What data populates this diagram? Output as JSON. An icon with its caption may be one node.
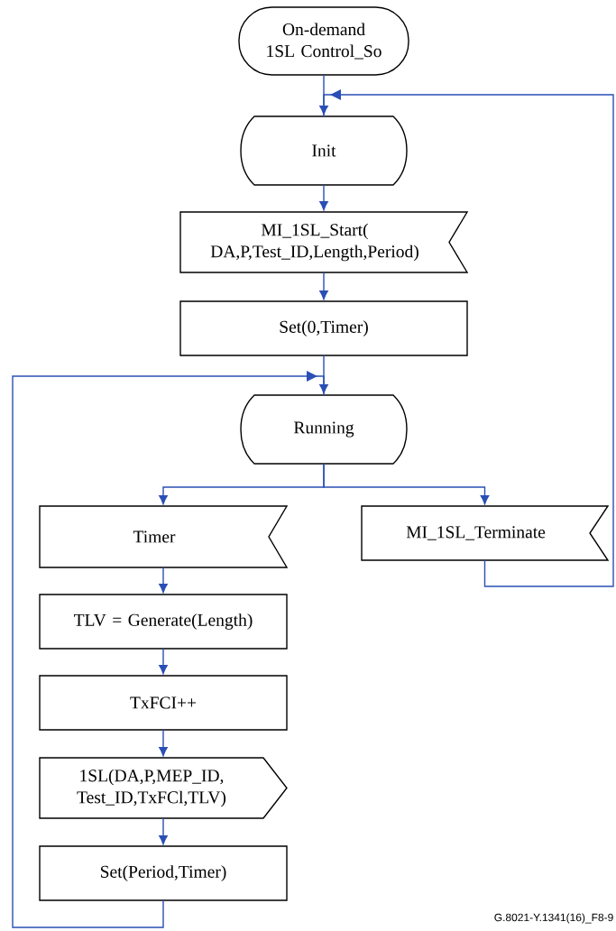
{
  "diagram": {
    "nodes": [
      {
        "text": [
          "On-demand 1SL Control_So"
        ]
      },
      {
        "text": [
          "Init"
        ]
      },
      {
        "text": [
          "MI_1SL_Start( DA,P,Test_ID,Length,Period)"
        ]
      },
      {
        "text": [
          "Set(0,Timer)"
        ]
      },
      {
        "text": [
          "Running"
        ]
      },
      {
        "text": [
          "Timer"
        ]
      },
      {
        "text": [
          "MI_1SL_Terminate"
        ]
      },
      {
        "text": [
          "TLV = Generate(Length)"
        ]
      },
      {
        "text": [
          "TxFCI++"
        ]
      },
      {
        "text": [
          "1SL(DA,P,MEP_ID, Test_ID,TxFCl,TLV)"
        ]
      },
      {
        "text": [
          "Set(Period,Timer)"
        ]
      }
    ],
    "edges": [
      {
        "from": 0,
        "to": 1,
        "arrow": "to"
      },
      {
        "from": 1,
        "to": 2,
        "arrow": "to"
      },
      {
        "from": 2,
        "to": 3,
        "arrow": "to"
      },
      {
        "from": 3,
        "to": 4,
        "arrow": "to"
      },
      {
        "from": 4,
        "to": 5,
        "arrow": "to"
      },
      {
        "from": 4,
        "to": 6,
        "arrow": "to"
      },
      {
        "from": 5,
        "to": 7,
        "arrow": "to"
      },
      {
        "from": 7,
        "to": 8,
        "arrow": "to"
      },
      {
        "from": 8,
        "to": 9,
        "arrow": "to"
      },
      {
        "from": 9,
        "to": 10,
        "arrow": "to"
      },
      {
        "from": 10,
        "to": 4,
        "arrow": "to"
      },
      {
        "from": 6,
        "to": 1,
        "arrow": "to"
      }
    ],
    "labels": [
      "G.8021-Y.1341(16)_F8-9"
    ]
  }
}
